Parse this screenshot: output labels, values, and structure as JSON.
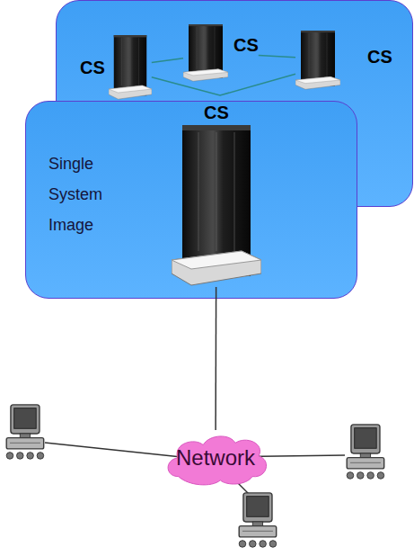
{
  "diagram": {
    "nodes": [
      {
        "text": []
      },
      {
        "text": [
          "CS"
        ],
        "in": 0
      },
      {
        "text": [
          "CS"
        ],
        "in": 0
      },
      {
        "text": [
          "CS"
        ],
        "in": 0
      },
      {
        "text": [
          "Single System Image"
        ]
      },
      {
        "text": [
          "CS"
        ],
        "in": 4
      },
      {
        "text": [
          "Network"
        ]
      }
    ],
    "edges": [
      {
        "from": 1,
        "to": 2,
        "arrow": "none"
      },
      {
        "from": 2,
        "to": 3,
        "arrow": "none"
      },
      {
        "from": 1,
        "to": 3,
        "arrow": "none"
      },
      {
        "from": 5,
        "to": 6,
        "arrow": "none"
      }
    ]
  }
}
